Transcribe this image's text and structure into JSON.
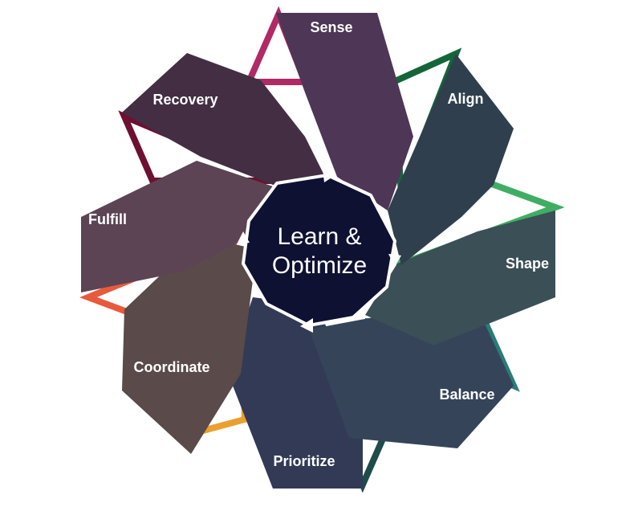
{
  "center": {
    "line1": "Learn &",
    "line2": "Optimize",
    "fill": "#0f1133",
    "stroke": "#ffffff"
  },
  "blades": [
    {
      "label": "Sense",
      "panel": "#4e3656",
      "accent": "#b02a66"
    },
    {
      "label": "Align",
      "panel": "#2f3f4d",
      "accent": "#14663a"
    },
    {
      "label": "Shape",
      "panel": "#3b4f57",
      "accent": "#3fae63"
    },
    {
      "label": "Balance",
      "panel": "#354459",
      "accent": "#2a7c78"
    },
    {
      "label": "Prioritize",
      "panel": "#323a56",
      "accent": "#1d4c4b"
    },
    {
      "label": "Coordinate",
      "panel": "#5a4a4a",
      "accent": "#e8a030"
    },
    {
      "label": "Fulfill",
      "panel": "#5c4454",
      "accent": "#e85a3c"
    },
    {
      "label": "Recovery",
      "panel": "#432e43",
      "accent": "#6e1030"
    }
  ]
}
